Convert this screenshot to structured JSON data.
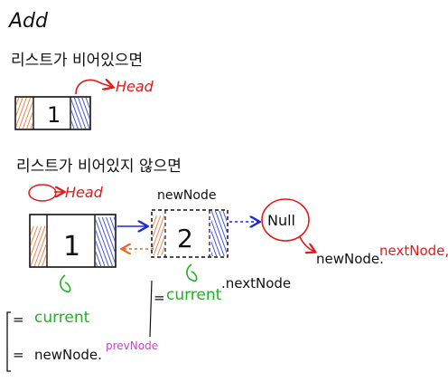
{
  "title": "Add",
  "case_empty": {
    "heading": "리스트가 비어있으면",
    "node_value": "1",
    "head_label": "Head"
  },
  "case_nonempty": {
    "heading": "리스트가 비어있지 않으면",
    "head_label": "Head",
    "node_value": "1",
    "new_node_label": "newNode",
    "new_node_value": "2",
    "null_label": "Null",
    "next_ref_prefix": "newNode.",
    "next_ref_field": "nextNode,"
  },
  "annotations": {
    "current": "current",
    "current_next_prefix": "current",
    "current_next_suffix": ".nextNode",
    "eq1": "=",
    "eq2": "=",
    "eq3": "=",
    "new_node_prefix": "newNode.",
    "new_node_field": "prevNode"
  },
  "colors": {
    "ink": "#111111",
    "head_red": "#e01b1b",
    "prev_orange": "#e06a2a",
    "next_blue": "#1f2bd1",
    "current_green": "#1fb31f",
    "prevnode_pink": "#d43bd4"
  }
}
